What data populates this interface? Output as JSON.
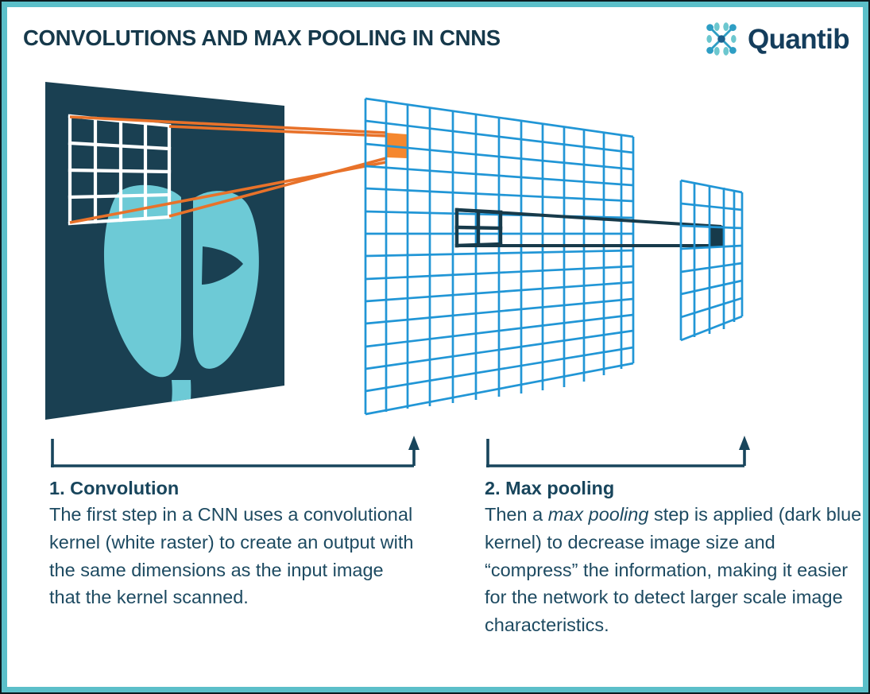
{
  "header": {
    "title": "CONVOLUTIONS AND MAX POOLING IN CNNS",
    "logo_word": "Quantib",
    "logo_icon": "quantib-network-nodes-icon"
  },
  "colors": {
    "frame_teal": "#5bbfc9",
    "frame_outline": "#0c1a1f",
    "dark_navy": "#1a4052",
    "teal_organ": "#6dcad6",
    "grid_blue": "#2196d6",
    "kernel_orange": "#f5872e",
    "accent_orange": "#e8722a",
    "kernel_white": "#ffffff",
    "text_navy": "#18455c",
    "page_background": "#ffffff"
  },
  "diagram": {
    "input_panel": {
      "name": "input-image-panel",
      "description": "Dark navy medical image slab with teal anatomical (lung/organ) shape",
      "kernel": {
        "name": "convolution-kernel-white-raster",
        "color": "#ffffff",
        "rows": 4,
        "cols": 4
      }
    },
    "projection_lines": {
      "name": "convolution-projection-lines",
      "color": "#e8722a",
      "count": 4
    },
    "feature_map_panel": {
      "name": "feature-map-grid-panel",
      "color": "#2196d6",
      "rows": 14,
      "cols": 12,
      "highlight_cell": {
        "name": "convolution-output-cell",
        "color": "#f5872e",
        "row": 2,
        "col": 2
      },
      "pooling_kernel": {
        "name": "max-pooling-kernel-dark-blue",
        "color": "#173a4a",
        "rows": 2,
        "cols": 2
      }
    },
    "pooling_projection_lines": {
      "name": "max-pooling-projection-lines",
      "color": "#173a4a",
      "count": 2
    },
    "pooled_panel": {
      "name": "pooled-output-grid-panel",
      "color": "#2196d6",
      "rows": 7,
      "cols": 5,
      "highlight_cell": {
        "name": "max-pooling-output-cell",
        "color": "#173a4a",
        "row": 3,
        "col": 3
      }
    },
    "brackets": [
      {
        "name": "bracket-convolution",
        "arrow": "up"
      },
      {
        "name": "bracket-max-pooling",
        "arrow": "up"
      }
    ]
  },
  "captions": [
    {
      "id": "convolution",
      "title": "1. Convolution",
      "body_plain": "The first step in a CNN uses a convolutional kernel (white raster) to create an output with the same dimensions as the input image that the kernel scanned.",
      "body_html": "The first step in a CNN uses a convolutional kernel (white raster) to create an output with the same dimensions as the input image that the kernel scanned."
    },
    {
      "id": "max-pooling",
      "title": "2. Max pooling",
      "body_plain": "Then a max pooling step is applied (dark blue kernel) to decrease image size and “compress” the information, making it easier for the network to detect larger scale image characteristics.",
      "body_html": "Then a <em>max pooling</em> step is applied (dark blue kernel) to decrease image size and “compress” the information, making it easier for the network to detect larger scale image characteristics."
    }
  ]
}
